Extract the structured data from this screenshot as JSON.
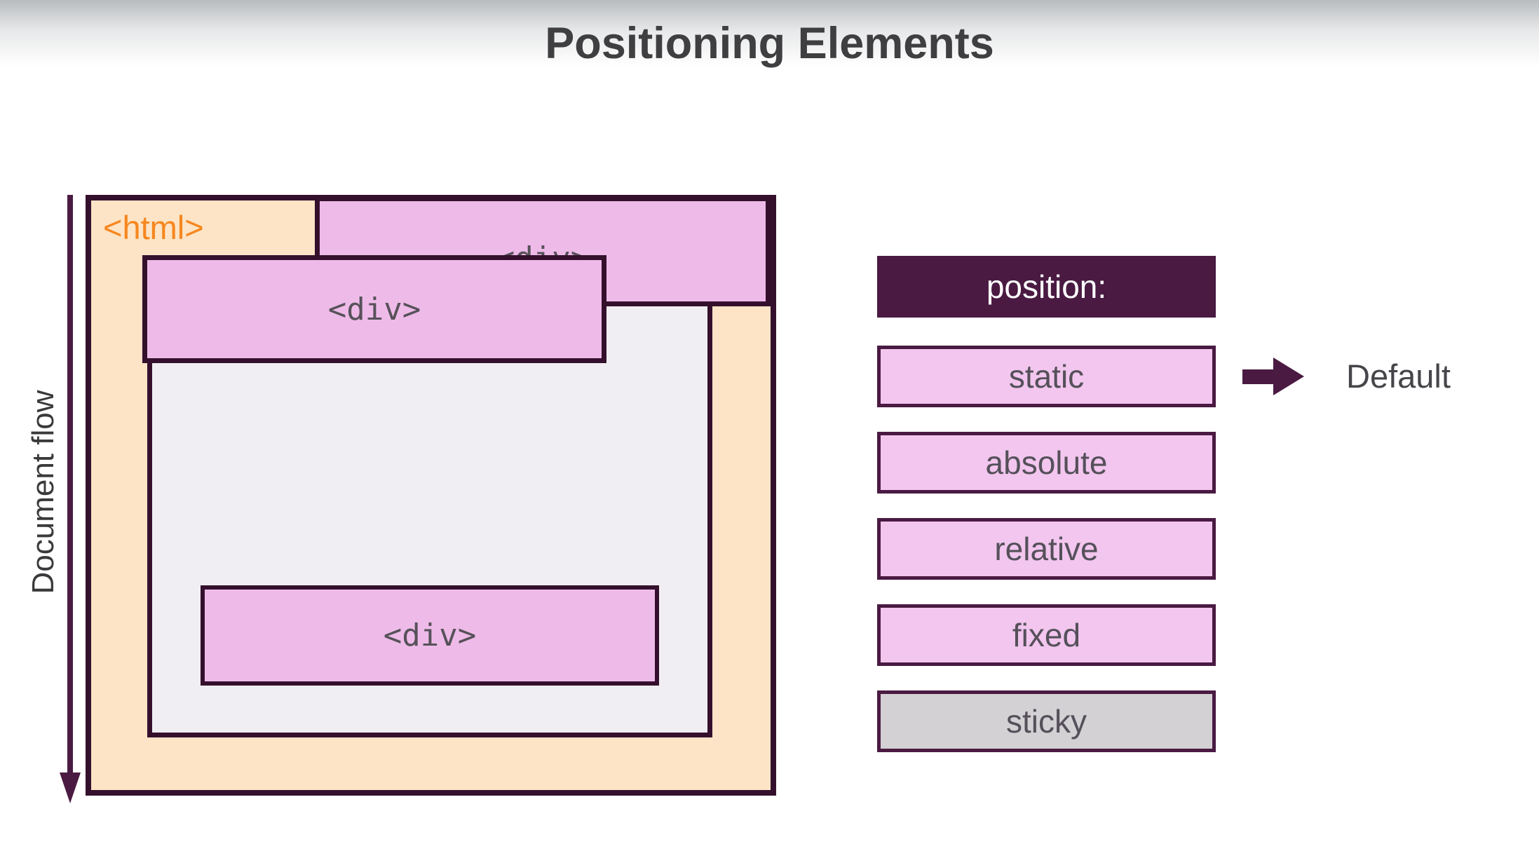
{
  "title": "Positioning Elements",
  "diagram": {
    "document_flow_label": "Document flow",
    "html_tag_label": "<html>",
    "div_tag_label": "<div>"
  },
  "panel": {
    "header_label": "position:",
    "options": [
      {
        "label": "static",
        "variant": "pink"
      },
      {
        "label": "absolute",
        "variant": "pink"
      },
      {
        "label": "relative",
        "variant": "pink"
      },
      {
        "label": "fixed",
        "variant": "pink"
      },
      {
        "label": "sticky",
        "variant": "gray"
      }
    ],
    "default_label": "Default"
  },
  "colors": {
    "peach": "#fde4c6",
    "pink": "#eebbe9",
    "pink-light": "#f2c6ee",
    "border-dark": "#35102d",
    "plum": "#4a1a42",
    "gray-fill": "#d3d1d4",
    "gray-inner": "#f0eef2",
    "orange": "#f6871f",
    "text-dark": "#3f3e41",
    "text-gray": "#55505a"
  }
}
